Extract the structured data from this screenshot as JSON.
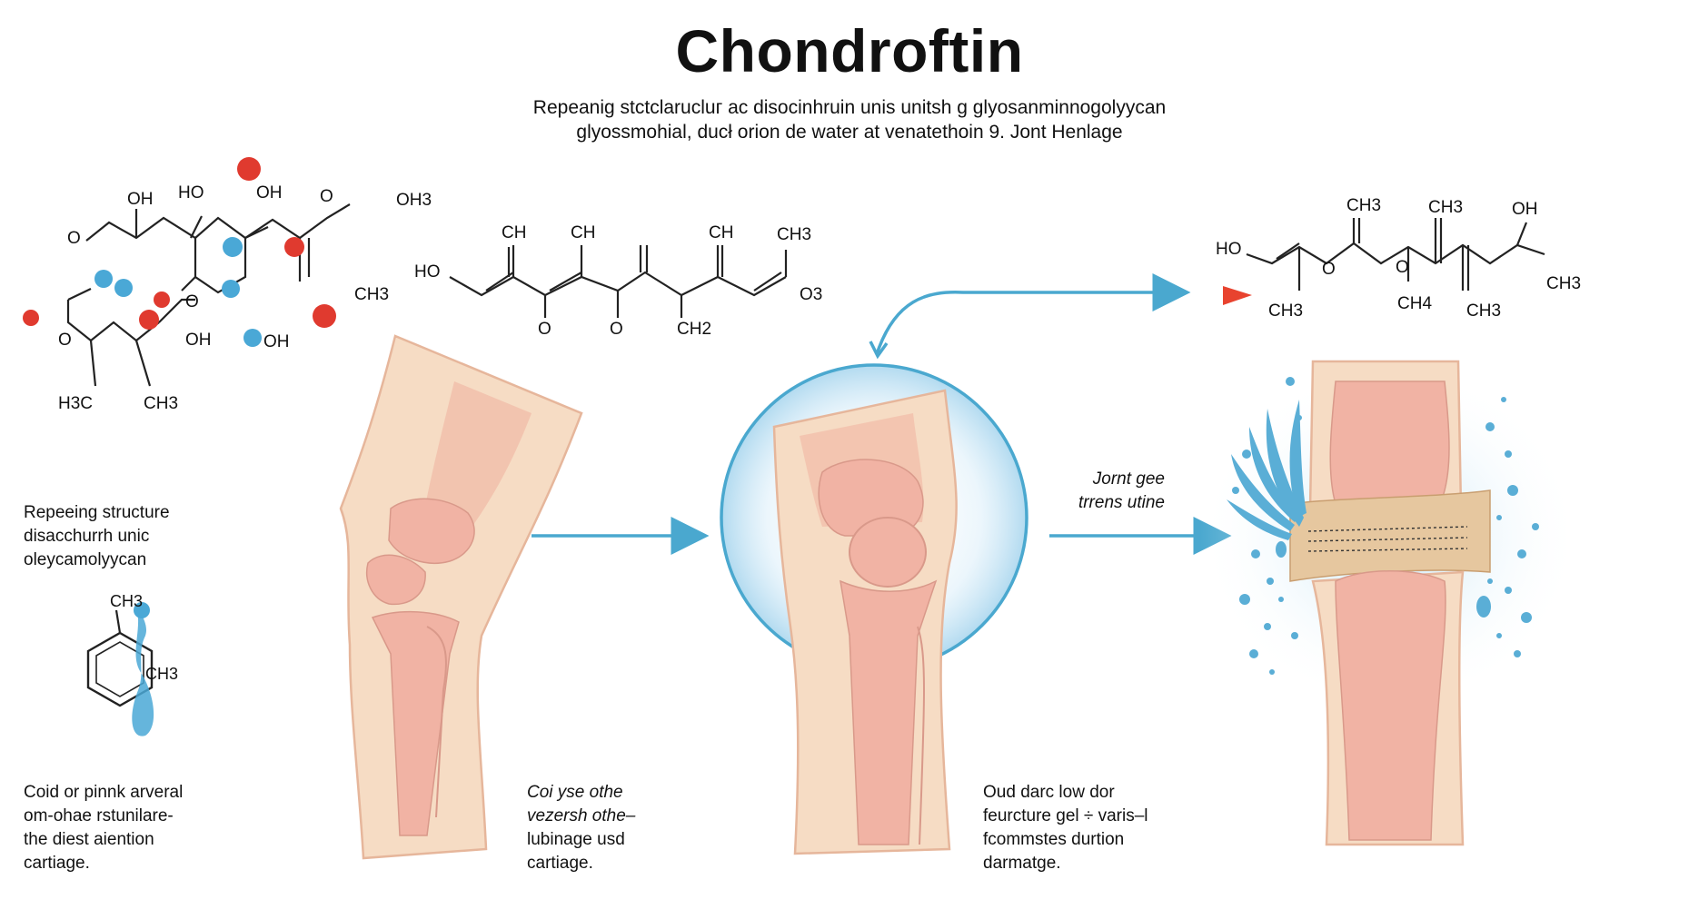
{
  "title": "Chondroftin",
  "subtitle": {
    "line1": "Repeanig stctclarucluг ac disocinhruin unis unitsh g glyosanminnogolyycan",
    "line2": "glyossmohial, ducł orion de water at venatethoin 9. Jont Henlage"
  },
  "molecules": {
    "left": {
      "labels": [
        "HO",
        "OH",
        "OH",
        "O",
        "OH3",
        "O",
        "CH3",
        "O",
        "OH",
        "OH",
        "O",
        "H3C",
        "CH3"
      ]
    },
    "center": {
      "labels": [
        "CH",
        "CH",
        "CH",
        "CH3",
        "HO",
        "O",
        "O",
        "CH2",
        "O3"
      ]
    },
    "right": {
      "labels": [
        "CH3",
        "CH3",
        "OH",
        "HO",
        "O",
        "O",
        "CH3",
        "CH3",
        "CH4",
        "CH3"
      ]
    },
    "small": {
      "labels": [
        "CH3",
        "CH3"
      ]
    }
  },
  "notes": {
    "repeating": [
      "Repeeing structure",
      "disacchurrh unic",
      "oleycamolyycan"
    ],
    "left_caption": [
      "Coid or pinnk arveral",
      "om-ohae rstunilare-",
      "the diest aiention",
      "cartiage."
    ],
    "middle_caption": [
      "Coi yse othe",
      "vezersh othe–",
      "lubinage usd",
      "cartiage."
    ],
    "right_caption": [
      "Oud darc low dor",
      "feurcture gel ÷ varis–l",
      "fcommstes durtion",
      "darmatge."
    ],
    "joint_gel": [
      "Jornt gee",
      "trrens utine"
    ]
  },
  "colors": {
    "skin": "#f6dcc4",
    "skin_edge": "#e6b69b",
    "bone": "#f1b3a4",
    "bone_dark": "#e59a8d",
    "cartilage_band": "#e6c79f",
    "arrow": "#4aa8cf",
    "atom_red": "#e03a2f",
    "atom_blue": "#4aa8d6",
    "fluid": "#5aaed6"
  }
}
